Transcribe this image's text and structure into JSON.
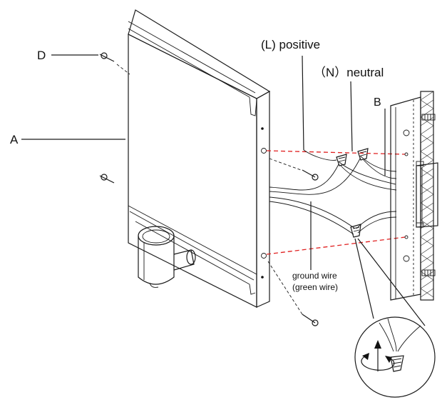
{
  "labels": {
    "d": "D",
    "a": "A",
    "b": "B",
    "positive": "(L) positive",
    "neutral": "（N）neutral",
    "ground_line1": "ground wire",
    "ground_line2": "(green wire)"
  },
  "colors": {
    "line": "#1a1a1a",
    "alignment_guide": "#e02020",
    "background": "#ffffff"
  },
  "icons": [
    "screw-icon",
    "wire-nut-icon",
    "rotate-arrow-icon",
    "up-arrow-icon"
  ]
}
